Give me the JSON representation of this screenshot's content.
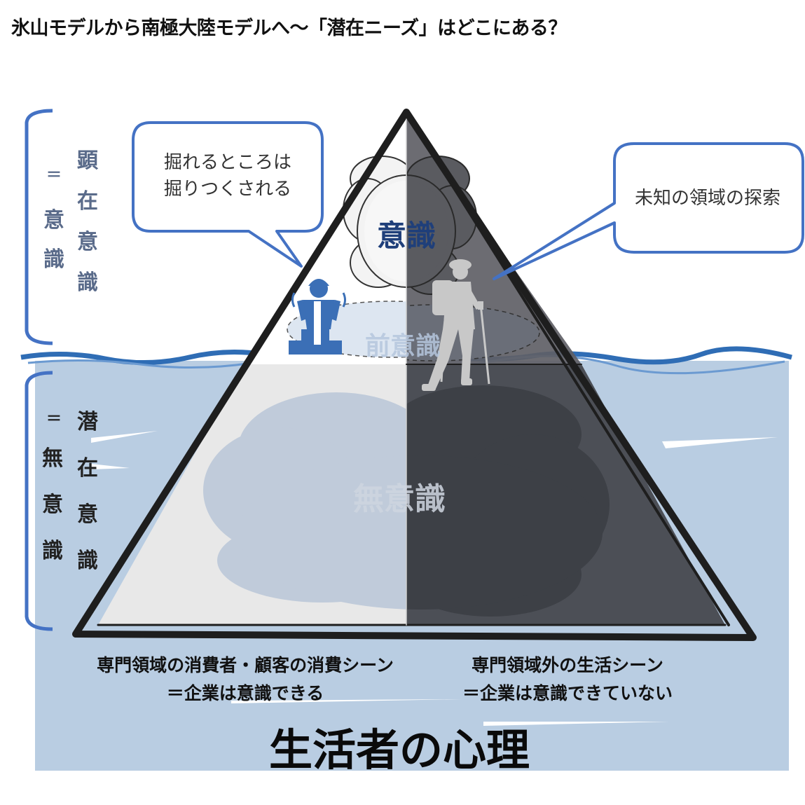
{
  "title": "氷山モデルから南極大陸モデルへ〜「潜在ニーズ」はどこにある？",
  "left_labels": {
    "upper_equal": "＝",
    "upper_outer": [
      "意",
      "識"
    ],
    "upper_inner": [
      "顕",
      "在",
      "意",
      "識"
    ],
    "lower_equal": "＝",
    "lower_outer": [
      "無",
      "意",
      "識"
    ],
    "lower_inner": [
      "潜",
      "在",
      "意",
      "識"
    ]
  },
  "bubbles": {
    "left_line1": "掘れるところは",
    "left_line2": "掘りつくされる",
    "right": "未知の領域の探索"
  },
  "layers": {
    "conscious": "意識",
    "preconscious": "前意識",
    "unconscious": "無意識"
  },
  "captions": {
    "left_line1": "専門領域の消費者・顧客の消費シーン",
    "left_line2": "＝企業は意識できる",
    "right_line1": "専門領域外の生活シーン",
    "right_line2": "＝企業は意識できていない",
    "bottom": "生活者の心理"
  },
  "colors": {
    "accent_blue": "#4472c4",
    "water": "#b9cde2",
    "label_gray_blue": "#5a6b8a",
    "dark_face": "#3c3c3c"
  }
}
